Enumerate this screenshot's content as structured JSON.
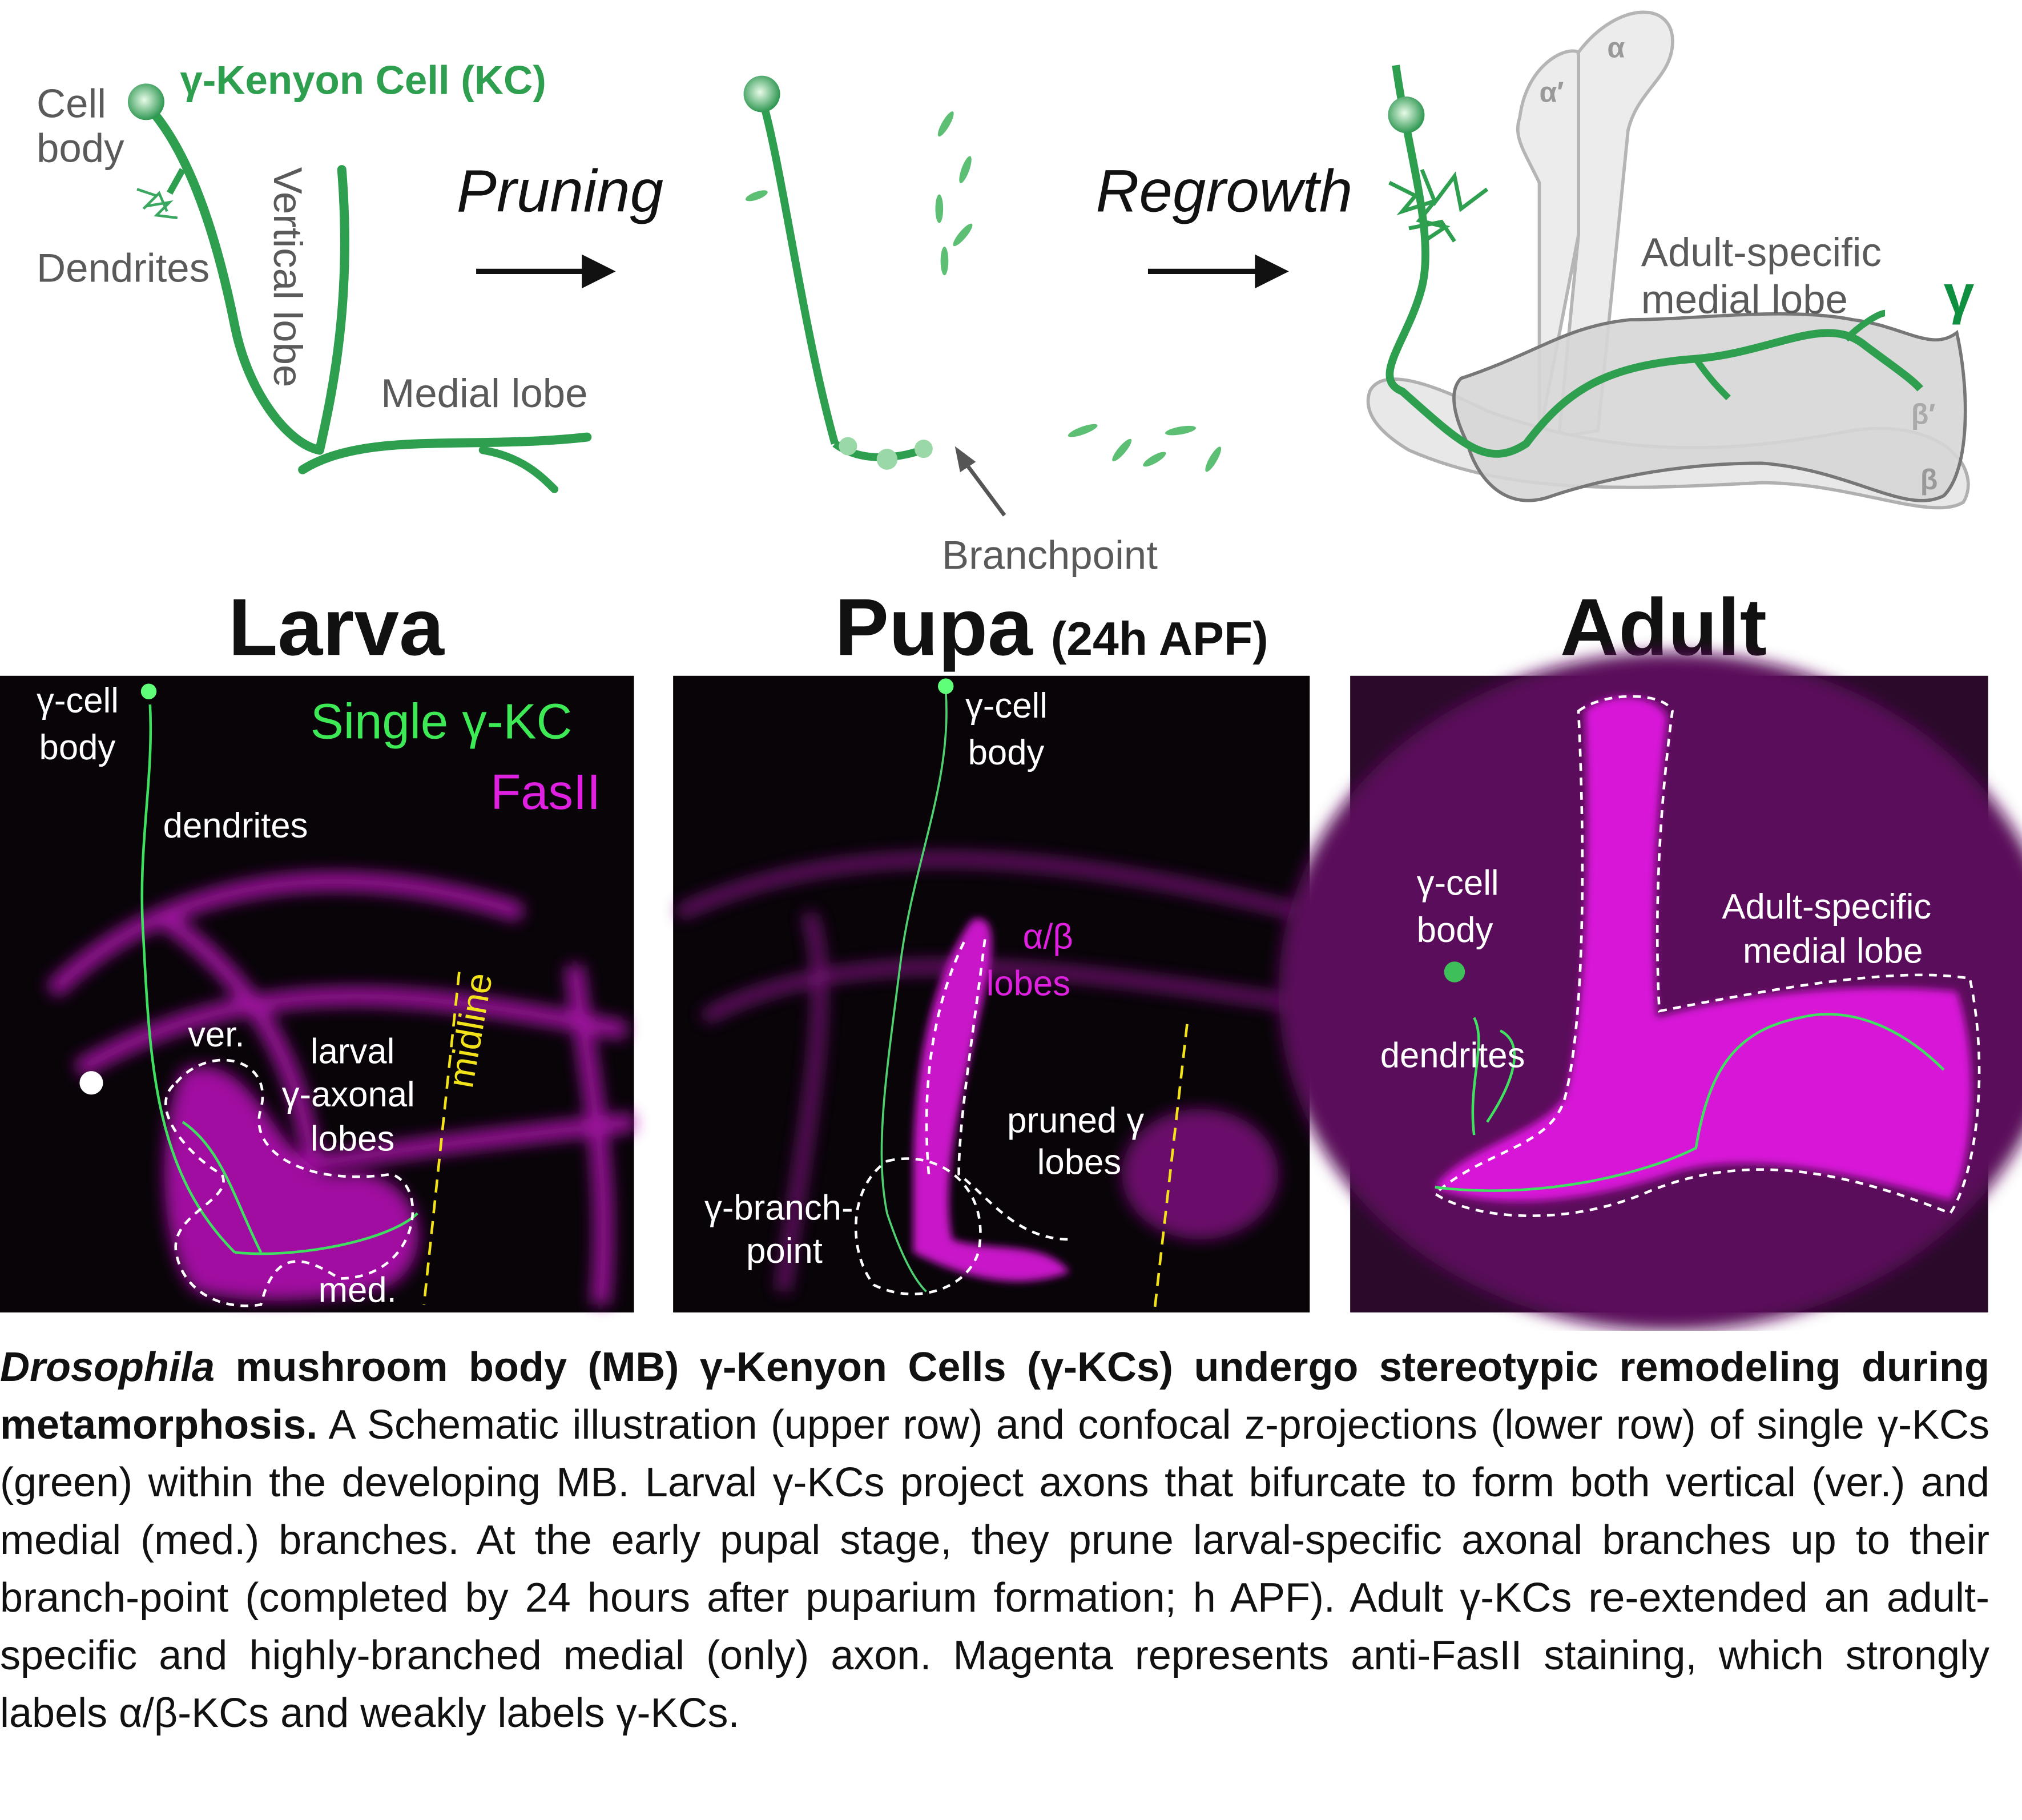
{
  "schematic": {
    "kc_title": "γ-Kenyon Cell (KC)",
    "cell_body": [
      "Cell",
      "body"
    ],
    "dendrites": "Dendrites",
    "vertical_lobe": "Vertical lobe",
    "medial_lobe": "Medial lobe",
    "pruning": "Pruning",
    "regrowth": "Regrowth",
    "branchpoint": "Branchpoint",
    "adult_lobe": [
      "Adult-specific",
      "medial lobe"
    ],
    "gamma": "γ",
    "alpha": "α",
    "alpha_prime": "α′",
    "beta": "β",
    "beta_prime": "β′"
  },
  "stages": {
    "larva": "Larva",
    "pupa": "Pupa",
    "pupa_sub": "(24h APF)",
    "adult": "Adult"
  },
  "larva_panel": {
    "cell_body": [
      "γ-cell",
      "body"
    ],
    "single": "Single γ-KC",
    "fasii": "FasII",
    "dendrites": "dendrites",
    "midline": "midline",
    "ver": "ver.",
    "larval_lobes": [
      "larval",
      "γ-axonal",
      "lobes"
    ],
    "med": "med."
  },
  "pupa_panel": {
    "cell_body": [
      "γ-cell",
      "body"
    ],
    "ab_lobes": [
      "α/β",
      "lobes"
    ],
    "pruned": [
      "pruned γ",
      "lobes"
    ],
    "branchpoint": [
      "γ-branch-",
      "point"
    ]
  },
  "adult_panel": {
    "cell_body": [
      "γ-cell",
      "body"
    ],
    "dendrites": "dendrites",
    "adult_lobe": [
      "Adult-specific",
      "medial lobe"
    ]
  },
  "caption": {
    "bold_italic": "Drosophila",
    "bold": " mushroom body (MB) γ-Kenyon Cells (γ-KCs) undergo stereotypic remodeling during metamorphosis.",
    "body": " A Schematic illustration (upper row) and confocal z-projections (lower row) of single γ-KCs (green) within the developing MB. Larval γ-KCs project axons that bifurcate to form both vertical (ver.) and medial (med.) branches. At the early pupal stage, they prune larval-specific axonal branches up to their branch-point (completed by 24 hours after puparium formation; h APF). Adult γ-KCs re-extended an adult-specific and highly-branched medial (only) axon. Magenta represents anti-FasII staining, which strongly labels α/β-KCs and weakly labels γ-KCs."
  },
  "colors": {
    "green": "#2e9e4f",
    "magenta": "#e020e0",
    "gray": "#5a5a5a",
    "yellow": "#f2e21a"
  }
}
